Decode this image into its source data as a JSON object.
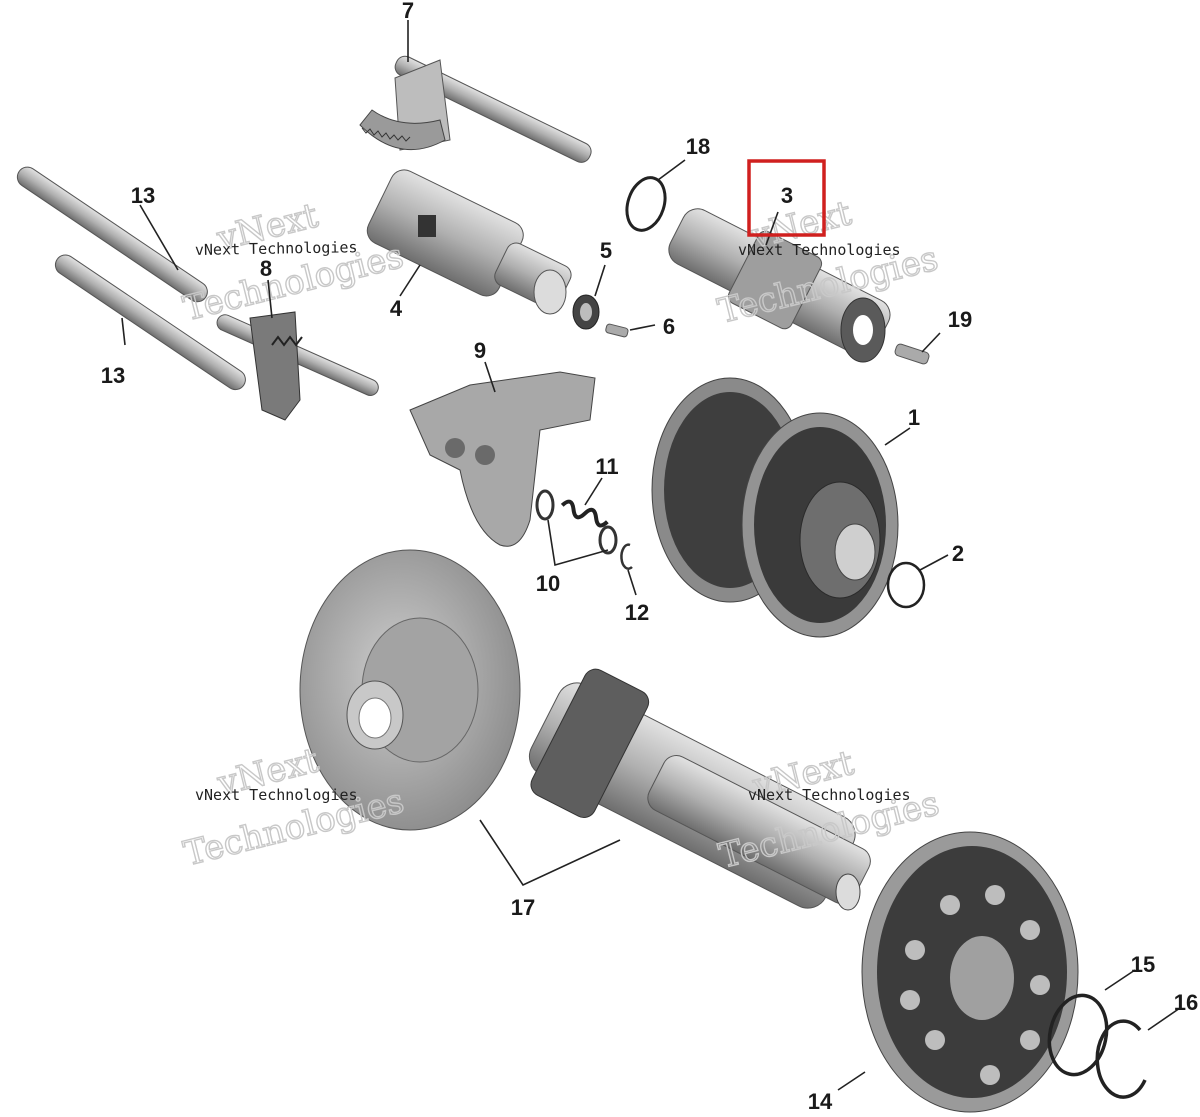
{
  "colors": {
    "part_light": "#bdbdbd",
    "part_mid": "#8e8e8e",
    "part_dark": "#3a3a3a",
    "highlight_box": "#d0201f",
    "watermark": "#c8c8c8"
  },
  "watermark": {
    "line1": "vNext",
    "line2": "vNext Technologies",
    "line3": "Technologies"
  },
  "callouts": [
    {
      "id": "1",
      "label": "1"
    },
    {
      "id": "2",
      "label": "2"
    },
    {
      "id": "3",
      "label": "3",
      "highlighted": true
    },
    {
      "id": "4",
      "label": "4"
    },
    {
      "id": "5",
      "label": "5"
    },
    {
      "id": "6",
      "label": "6"
    },
    {
      "id": "7",
      "label": "7"
    },
    {
      "id": "8",
      "label": "8"
    },
    {
      "id": "9",
      "label": "9"
    },
    {
      "id": "10",
      "label": "10"
    },
    {
      "id": "11",
      "label": "11"
    },
    {
      "id": "12",
      "label": "12"
    },
    {
      "id": "13a",
      "label": "13"
    },
    {
      "id": "13b",
      "label": "13"
    },
    {
      "id": "14",
      "label": "14"
    },
    {
      "id": "15",
      "label": "15"
    },
    {
      "id": "16",
      "label": "16"
    },
    {
      "id": "17",
      "label": "17"
    },
    {
      "id": "18",
      "label": "18"
    },
    {
      "id": "19",
      "label": "19"
    }
  ]
}
